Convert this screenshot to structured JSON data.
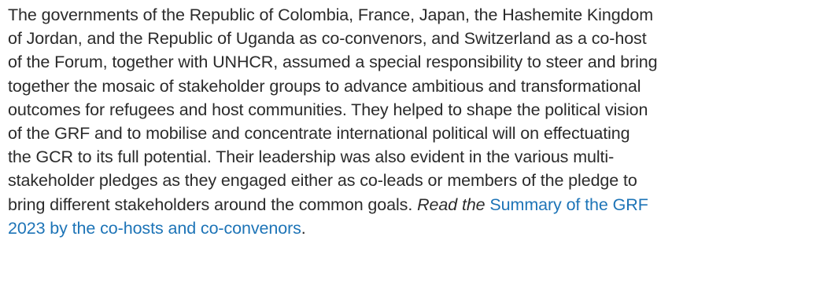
{
  "paragraph": {
    "lines": [
      "The governments of the Republic of Colombia, France, Japan, the Hashemite Kingdom",
      "of Jordan, and the Republic of Uganda as co-convenors, and Switzerland as a co-host",
      "of the Forum, together with UNHCR, assumed a special responsibility to steer and bring",
      "together the mosaic of stakeholder groups to advance ambitious and transformational",
      "outcomes for refugees and host communities. They helped to shape the political vision",
      "of the GRF and to mobilise and concentrate international political will on effectuating",
      "the GCR to its full potential. Their leadership was also evident in the various multi-",
      "stakeholder pledges as they engaged either as co-leads or members of the pledge to",
      "bring different stakeholders around the common goals."
    ],
    "read_prefix": "Read the",
    "link_part1": "Summary of the GRF",
    "link_part2": "2023 by the co-hosts and co-convenors",
    "end_punct": "."
  },
  "colors": {
    "text": "#2b2b2b",
    "link": "#1d74b7"
  }
}
